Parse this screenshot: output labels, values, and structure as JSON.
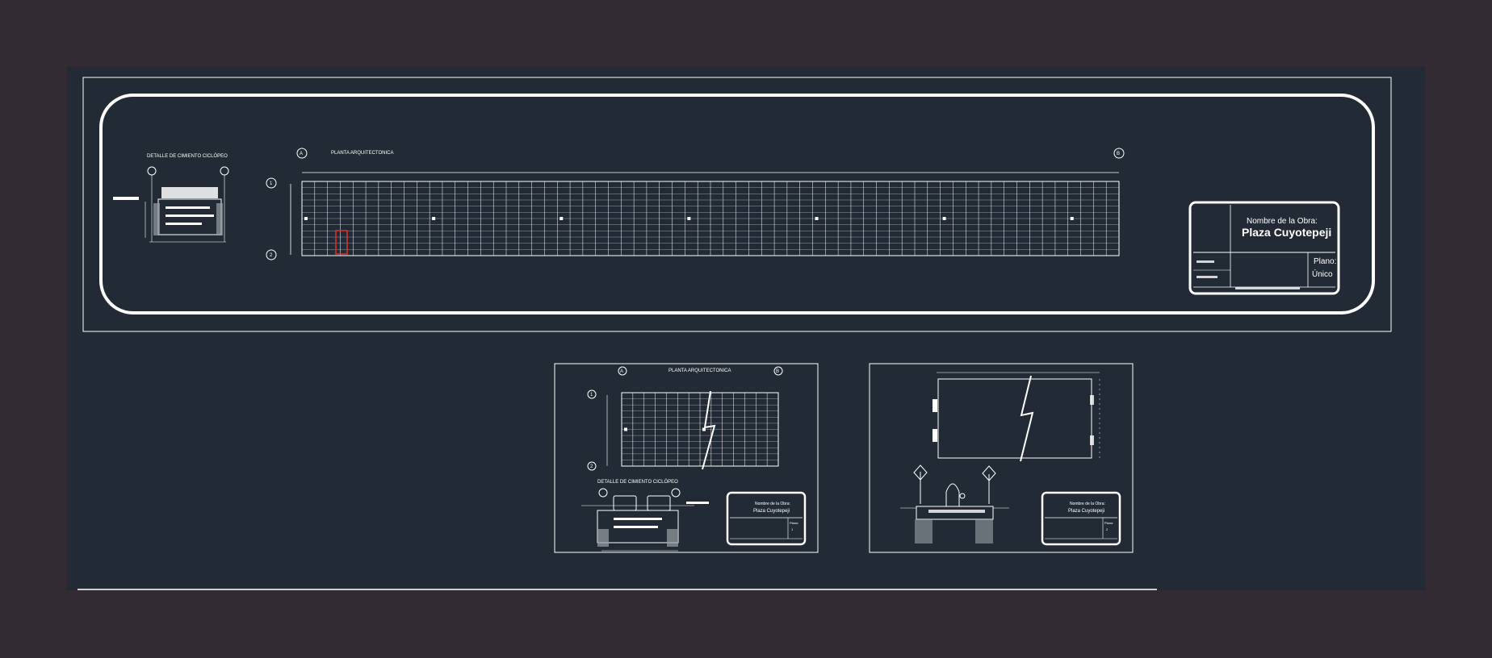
{
  "sheet_main": {
    "detail_title": "DETALLE DE CIMIENTO CICLÓPEO",
    "plan_title": "PLANTA ARQUITECTONICA",
    "axis_start": "A",
    "axis_end": "B",
    "row_top": "1",
    "row_bottom": "2",
    "title_block": {
      "obra_label": "Nombre de la Obra:",
      "obra_name": "Plaza Cuyotepeji",
      "plano_label": "Plano:",
      "plano_value": "Único"
    }
  },
  "sheet_2": {
    "plan_title": "PLANTA ARQUITECTONICA",
    "detail_title": "DETALLE DE CIMIENTO CICLÓPEO",
    "axis_start": "A",
    "axis_end": "B",
    "row_top": "1",
    "row_bottom": "2",
    "title_block": {
      "obra_label": "Nombre de la Obra:",
      "obra_name": "Plaza Cuyotepeji",
      "plano_label": "Plano:",
      "plano_value": "1"
    }
  },
  "sheet_3": {
    "title_block": {
      "obra_label": "Nombre de la Obra:",
      "obra_name": "Plaza Cuyotepeji",
      "plano_label": "Plano:",
      "plano_value": "2"
    }
  }
}
